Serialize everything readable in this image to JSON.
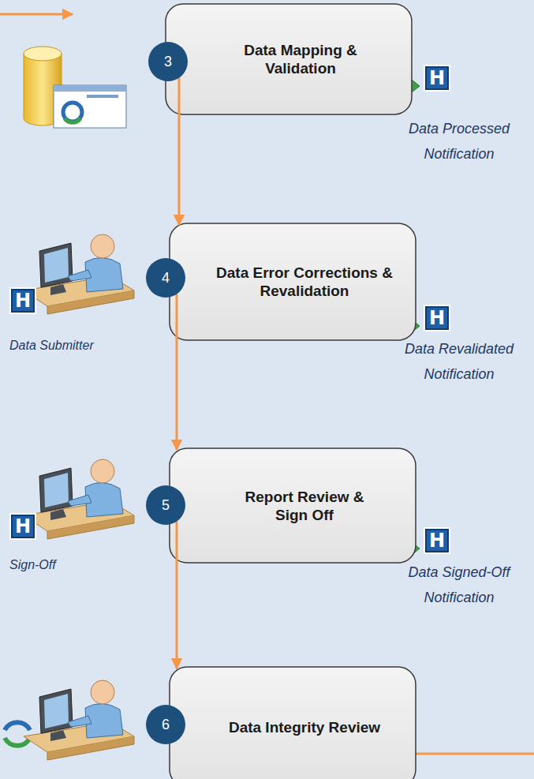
{
  "diagram": {
    "nodes": [
      {
        "text": [
          "3"
        ]
      },
      {
        "text": [
          "Data Mapping & Validation"
        ]
      },
      {
        "text": [
          "4"
        ]
      },
      {
        "text": [
          "Data Error Corrections & Revalidation"
        ]
      },
      {
        "text": [
          "5"
        ]
      },
      {
        "text": [
          "Report Review & Sign Off"
        ]
      },
      {
        "text": [
          "6"
        ]
      },
      {
        "text": [
          "Data Integrity Review"
        ]
      }
    ],
    "edges": [
      {
        "from": 0,
        "to": 3,
        "arrow": "to"
      },
      {
        "from": 2,
        "to": 5,
        "arrow": "to"
      },
      {
        "from": 4,
        "to": 7,
        "arrow": "to"
      }
    ],
    "labels": [
      "H",
      "Data Processed Notification",
      "H",
      "Data Submitter",
      "H",
      "Data Revalidated Notification",
      "H",
      "Sign-Off",
      "H",
      "Data Signed-Off Notification"
    ]
  }
}
